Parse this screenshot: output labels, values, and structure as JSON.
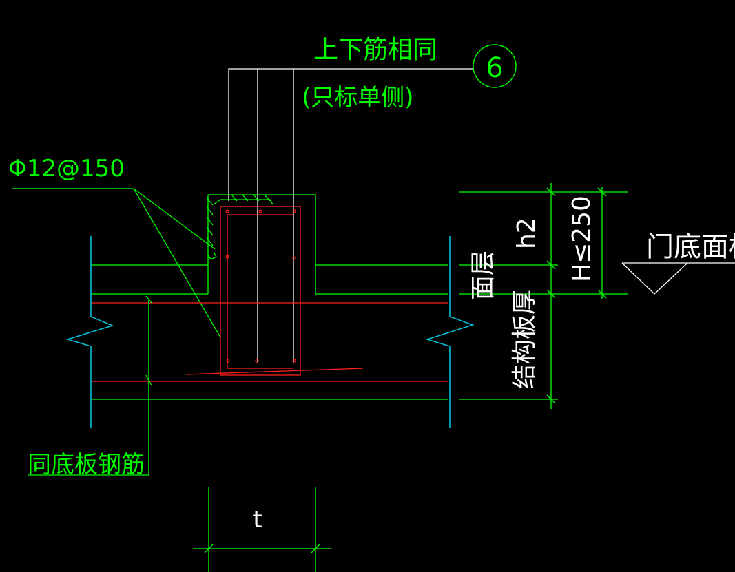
{
  "drawing": {
    "background_color": "#000000",
    "colors": {
      "green": "#00ff00",
      "white": "#ffffff",
      "red": "#ff2020",
      "cyan": "#00bfd8"
    },
    "labels": {
      "top_note": "上下筋相同",
      "top_note_sub": "(只标单侧)",
      "callout_number": "6",
      "rebar_spec": "Φ12@150",
      "bottom_plate_rebar": "同底板钢筋",
      "dim_h2": "h2",
      "dim_h_limit": "H≤250",
      "surface_layer": "面层",
      "structure_slab_thickness": "结构板厚",
      "door_bottom_elevation": "门底面标",
      "width_t": "t"
    }
  }
}
